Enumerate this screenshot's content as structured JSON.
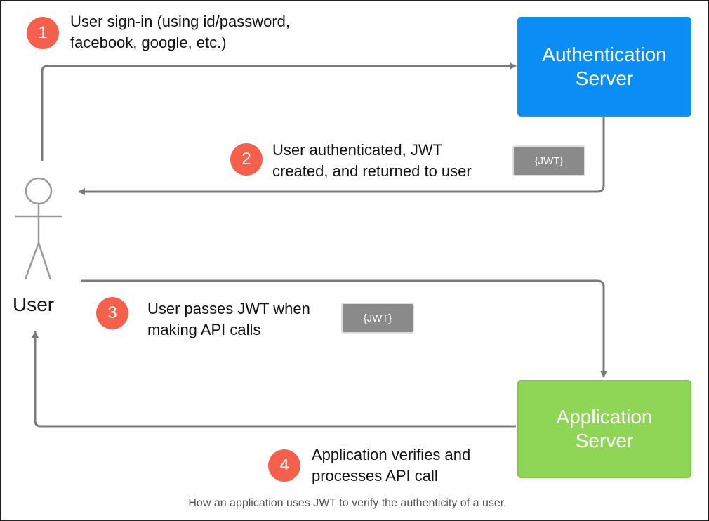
{
  "nodes": {
    "auth_server": "Authentication\nServer",
    "app_server": "Application\nServer",
    "user": "User"
  },
  "steps": [
    {
      "number": "1",
      "text": "User sign-in (using id/password,\nfacebook, google, etc.)"
    },
    {
      "number": "2",
      "text": "User authenticated, JWT\ncreated, and returned to user"
    },
    {
      "number": "3",
      "text": "User passes JWT when\nmaking API calls"
    },
    {
      "number": "4",
      "text": "Application verifies and\nprocesses API call"
    }
  ],
  "tokens": {
    "jwt_step2": "{JWT}",
    "jwt_step3": "{JWT}"
  },
  "caption": "How an application uses JWT to verify the authenticity of a user.",
  "colors": {
    "auth_server": "#0a8ef5",
    "app_server": "#8fd656",
    "badge": "#f4604c",
    "jwt_token": "#8a8a8a",
    "arrow": "#7a7a7a"
  }
}
